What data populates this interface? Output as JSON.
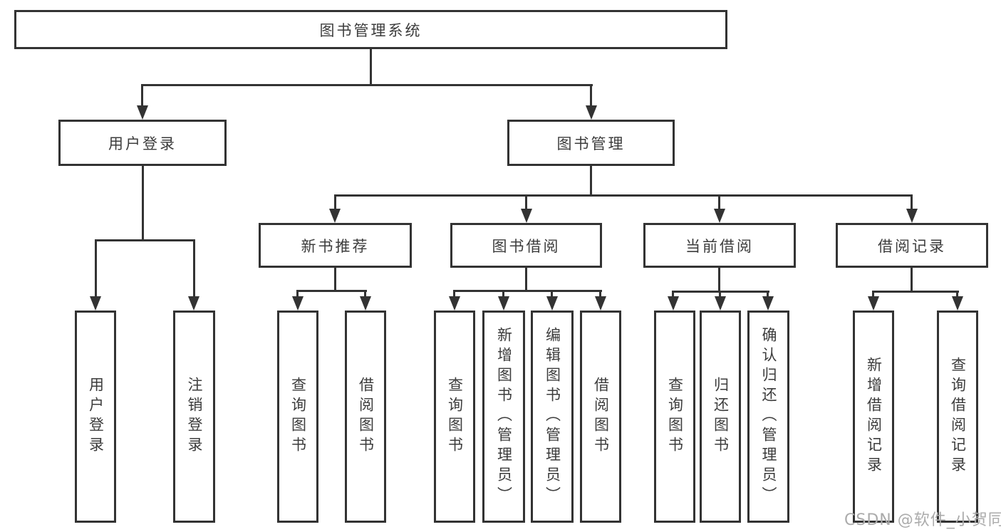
{
  "colors": {
    "line": "#333333",
    "text": "#3c3c3c",
    "watermark": "#ababab",
    "background": "#ffffff"
  },
  "tree": {
    "label": "图书管理系统",
    "children": [
      {
        "label": "用户登录",
        "children": [
          {
            "label": "用户登录"
          },
          {
            "label": "注销登录"
          }
        ]
      },
      {
        "label": "图书管理",
        "children": [
          {
            "label": "新书推荐",
            "children": [
              {
                "label": "查询图书"
              },
              {
                "label": "借阅图书"
              }
            ]
          },
          {
            "label": "图书借阅",
            "children": [
              {
                "label": "查询图书"
              },
              {
                "label": "新增图书（管理员）"
              },
              {
                "label": "编辑图书（管理员）"
              },
              {
                "label": "借阅图书"
              }
            ]
          },
          {
            "label": "当前借阅",
            "children": [
              {
                "label": "查询图书"
              },
              {
                "label": "归还图书"
              },
              {
                "label": "确认归还（管理员）"
              }
            ]
          },
          {
            "label": "借阅记录",
            "children": [
              {
                "label": "新增借阅记录"
              },
              {
                "label": "查询借阅记录"
              }
            ]
          }
        ]
      }
    ]
  },
  "watermark": "CSDN @软件_小贺同学"
}
